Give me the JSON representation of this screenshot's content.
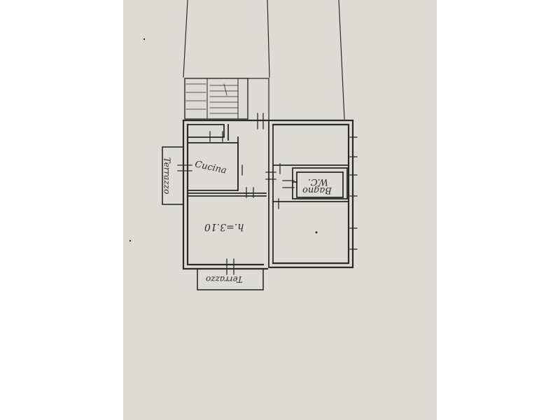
{
  "rooms": {
    "kitchen": "Cucina",
    "living": "h.=3.10",
    "bath_top": "W.C.",
    "bath_bottom": "Bagno"
  },
  "balconies": {
    "left": "Terrazzo",
    "bottom": "Terrazzo"
  },
  "colors": {
    "paper": "#dcdbd6",
    "ink": "#2a2a2a"
  }
}
